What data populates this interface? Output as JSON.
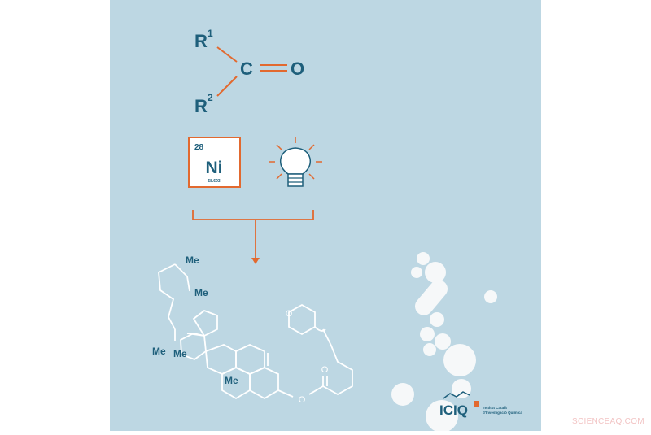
{
  "colors": {
    "background": "#bdd7e3",
    "teal": "#1e5f7b",
    "orange": "#e2692f",
    "white": "#ffffff"
  },
  "carbonyl": {
    "r": "R",
    "sup1": "1",
    "sup2": "2",
    "carbon": "C",
    "oxygen": "O"
  },
  "nickel": {
    "atomic_number": "28",
    "symbol": "Ni",
    "mass": "58.693"
  },
  "light_icon": "lightbulb-icon",
  "product": {
    "me_labels": [
      "Me",
      "Me",
      "Me",
      "Me",
      "Me"
    ],
    "oxygen_labels": [
      "O",
      "O",
      "O"
    ]
  },
  "logo": {
    "name": "ICIQ",
    "line1": "Institut Català",
    "line2": "d'Investigació Química"
  },
  "watermark": "SCIENCEAQ.COM"
}
